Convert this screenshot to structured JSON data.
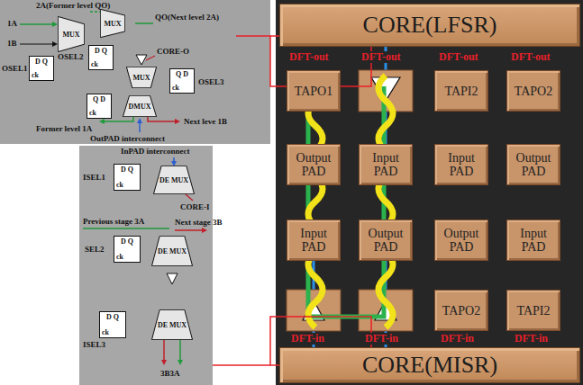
{
  "diagram": {
    "nodes": [
      {
        "text": [
          "MUX"
        ]
      },
      {
        "text": [
          "MUX"
        ]
      },
      {
        "text": [
          "D Q",
          "ck"
        ]
      },
      {
        "text": [
          "D Q",
          "ck"
        ]
      },
      {
        "text": [
          "MUX"
        ]
      },
      {
        "text": [
          "Q D",
          "ck"
        ]
      },
      {
        "text": [
          "Q D",
          "ck"
        ]
      },
      {
        "text": [
          "DMUX"
        ]
      },
      {
        "text": [
          "D Q",
          "ck"
        ]
      },
      {
        "text": [
          "DE MUX"
        ]
      },
      {
        "text": [
          "D Q",
          "ck"
        ]
      },
      {
        "text": [
          "DE MUX"
        ]
      },
      {
        "text": [
          "D Q",
          "ck"
        ]
      },
      {
        "text": [
          "DE MUX"
        ]
      },
      {
        "text": [
          "CORE(LFSR)"
        ]
      },
      {
        "text": [
          "TAPO1"
        ]
      },
      {
        "text": [
          "TAPI2"
        ]
      },
      {
        "text": [
          "TAPO2"
        ]
      },
      {
        "text": [
          "Output PAD"
        ]
      },
      {
        "text": [
          "Input PAD"
        ]
      },
      {
        "text": [
          "Input PAD"
        ]
      },
      {
        "text": [
          "Output PAD"
        ]
      },
      {
        "text": [
          "Input PAD"
        ]
      },
      {
        "text": [
          "Output PAD"
        ]
      },
      {
        "text": [
          "Output PAD"
        ]
      },
      {
        "text": [
          "Input PAD"
        ]
      },
      {
        "text": [
          "TAPO2"
        ]
      },
      {
        "text": [
          "TAPI2"
        ]
      },
      {
        "text": [
          "CORE(MISR)"
        ]
      }
    ],
    "edges": [
      {
        "from": 0,
        "to": 1,
        "arrow": "to"
      },
      {
        "from": 2,
        "to": 0,
        "arrow": "to"
      },
      {
        "from": 3,
        "to": 1,
        "arrow": "to"
      },
      {
        "from": 1,
        "to": 4,
        "arrow": "to"
      },
      {
        "from": 5,
        "to": 4,
        "arrow": "to"
      },
      {
        "from": 4,
        "to": 7,
        "arrow": "to"
      },
      {
        "from": 6,
        "to": 7,
        "arrow": "to"
      },
      {
        "from": 8,
        "to": 9,
        "arrow": "to"
      },
      {
        "from": 9,
        "to": 11,
        "arrow": "to"
      },
      {
        "from": 10,
        "to": 11,
        "arrow": "to"
      },
      {
        "from": 11,
        "to": 13,
        "arrow": "to"
      },
      {
        "from": 12,
        "to": 13,
        "arrow": "to"
      },
      {
        "from": 14,
        "to": 15,
        "arrow": "none"
      },
      {
        "from": 14,
        "to": 16,
        "arrow": "none"
      },
      {
        "from": 14,
        "to": 17,
        "arrow": "none"
      },
      {
        "from": 15,
        "to": 18,
        "arrow": "none"
      },
      {
        "from": 16,
        "to": 20,
        "arrow": "none"
      },
      {
        "from": 17,
        "to": 21,
        "arrow": "none"
      },
      {
        "from": 19,
        "to": 23,
        "arrow": "none"
      },
      {
        "from": 18,
        "to": 22,
        "arrow": "none"
      },
      {
        "from": 20,
        "to": 24,
        "arrow": "none"
      },
      {
        "from": 21,
        "to": 25,
        "arrow": "none"
      },
      {
        "from": 24,
        "to": 26,
        "arrow": "none"
      },
      {
        "from": 25,
        "to": 27,
        "arrow": "none"
      },
      {
        "from": 26,
        "to": 28,
        "arrow": "none"
      },
      {
        "from": 27,
        "to": 28,
        "arrow": "none"
      }
    ],
    "labels": [
      "2A(Former level QO)",
      "1A",
      "1B",
      "QO(Next level 2A)",
      "OSEL1",
      "OSEL2",
      "CORE-O",
      "OSEL3",
      "Former level 1A",
      "Next leve 1B",
      "OutPAD interconnect",
      "InPAD interconnect",
      "ISEL1",
      "CORE-I",
      "Previous stage 3A",
      "Next stage 3B",
      "SEL2",
      "ISEL3",
      "3B3A",
      "DFT-out",
      "DFT-out",
      "DFT-out",
      "DFT-out",
      "DFT-in",
      "DFT-in",
      "DFT-in",
      "DFT-in"
    ]
  }
}
